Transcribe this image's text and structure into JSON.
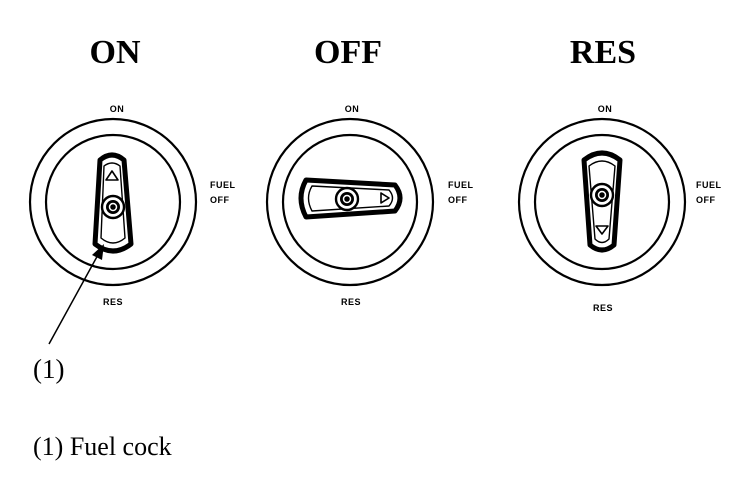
{
  "dials": [
    {
      "heading": "ON",
      "label_top": "ON",
      "label_right_1": "FUEL",
      "label_right_2": "OFF",
      "label_bottom": "RES",
      "lever_position": "up"
    },
    {
      "heading": "OFF",
      "label_top": "ON",
      "label_right_1": "FUEL",
      "label_right_2": "OFF",
      "label_bottom": "RES",
      "lever_position": "right"
    },
    {
      "heading": "RES",
      "label_top": "ON",
      "label_right_1": "FUEL",
      "label_right_2": "OFF",
      "label_bottom": "RES",
      "lever_position": "down"
    }
  ],
  "callout": {
    "number": "(1)"
  },
  "legend": {
    "text": "(1) Fuel cock"
  }
}
